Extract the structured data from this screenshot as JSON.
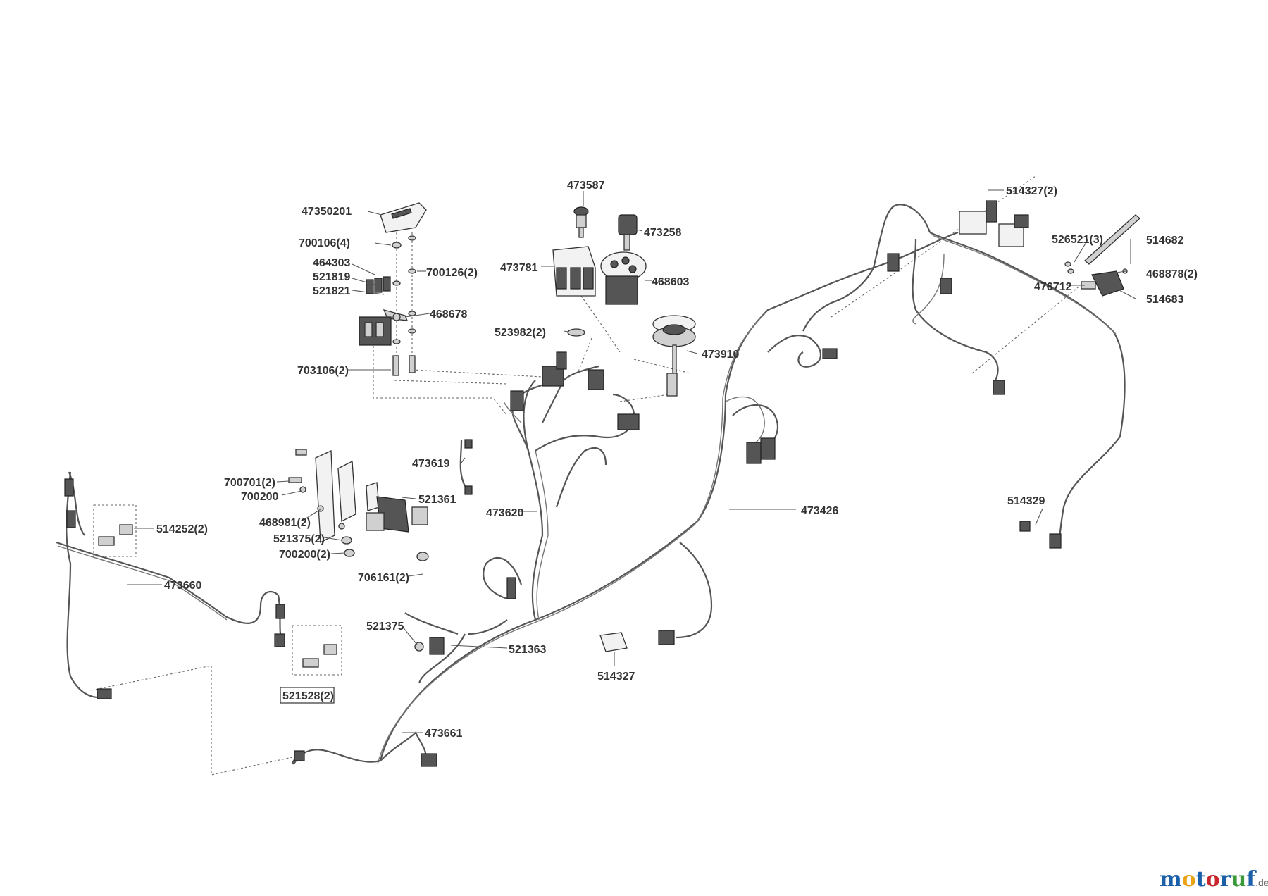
{
  "diagram": {
    "labels": [
      "47350201",
      "700106(4)",
      "464303",
      "521819",
      "521821",
      "700126(2)",
      "468678",
      "703106(2)",
      "473587",
      "473258",
      "473781",
      "468603",
      "523982(2)",
      "473910",
      "514327(2)",
      "526521(3)",
      "514682",
      "476712",
      "468878(2)",
      "514683",
      "473619",
      "473620",
      "473426",
      "700701(2)",
      "700200",
      "521361",
      "468981(2)",
      "521375(2)",
      "700200(2)",
      "706161(2)",
      "514252(2)",
      "473660",
      "521528(2)",
      "521375",
      "521363",
      "514327",
      "473661",
      "514329"
    ]
  },
  "watermark": {
    "letters": [
      "m",
      "o",
      "t",
      "o",
      "r",
      "u",
      "f"
    ],
    "colors": [
      "#1a5fa8",
      "#e8a316",
      "#1a5fa8",
      "#c7262c",
      "#1a5fa8",
      "#3a9a3a",
      "#1a5fa8"
    ],
    "suffix": ".de"
  }
}
